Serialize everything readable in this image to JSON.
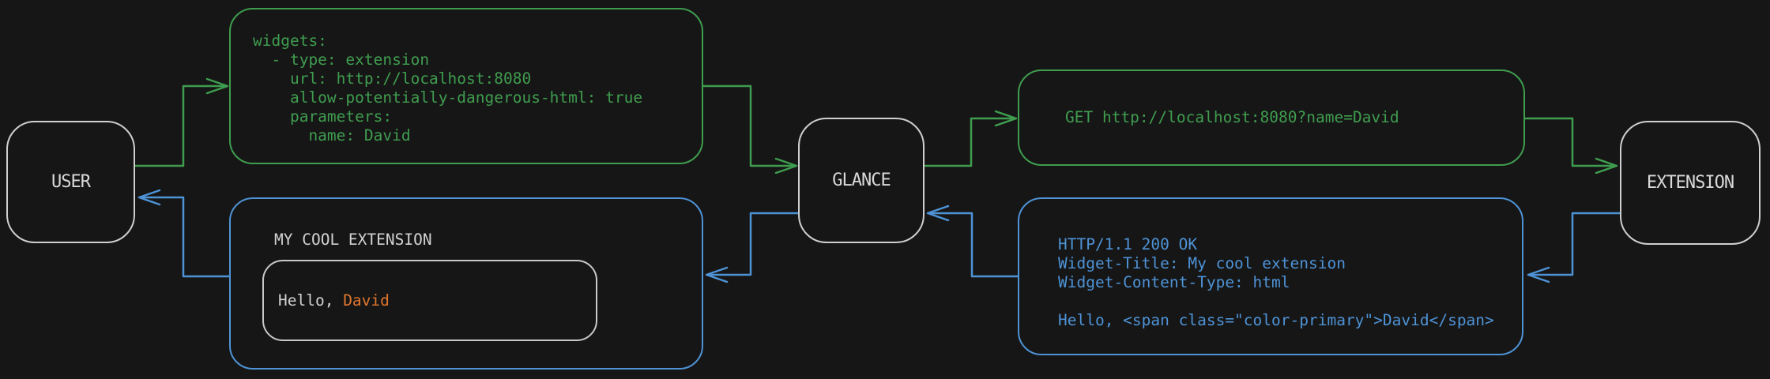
{
  "colors": {
    "green": "#3f9d4f",
    "blue": "#4e93d6",
    "node_border": "#cfcfcf",
    "node_text": "#d9d9d9",
    "text_light": "#d2d2d2",
    "inner_border": "#c9c9c9",
    "orange": "#e0762e",
    "background": "#161616"
  },
  "nodes": {
    "user": {
      "label": "USER"
    },
    "glance": {
      "label": "GLANCE"
    },
    "extension": {
      "label": "EXTENSION"
    }
  },
  "config_box": {
    "lines": [
      "widgets:",
      "  - type: extension",
      "    url: http://localhost:8080",
      "    allow-potentially-dangerous-html: true",
      "    parameters:",
      "      name: David"
    ]
  },
  "request_box": {
    "text": "GET http://localhost:8080?name=David"
  },
  "response_box": {
    "lines": [
      "HTTP/1.1 200 OK",
      "Widget-Title: My cool extension",
      "Widget-Content-Type: html",
      "",
      "Hello, <span class=\"color-primary\">David</span>"
    ]
  },
  "widget_preview": {
    "title": "MY COOL EXTENSION",
    "greeting_prefix": "Hello, ",
    "greeting_name": "David"
  }
}
